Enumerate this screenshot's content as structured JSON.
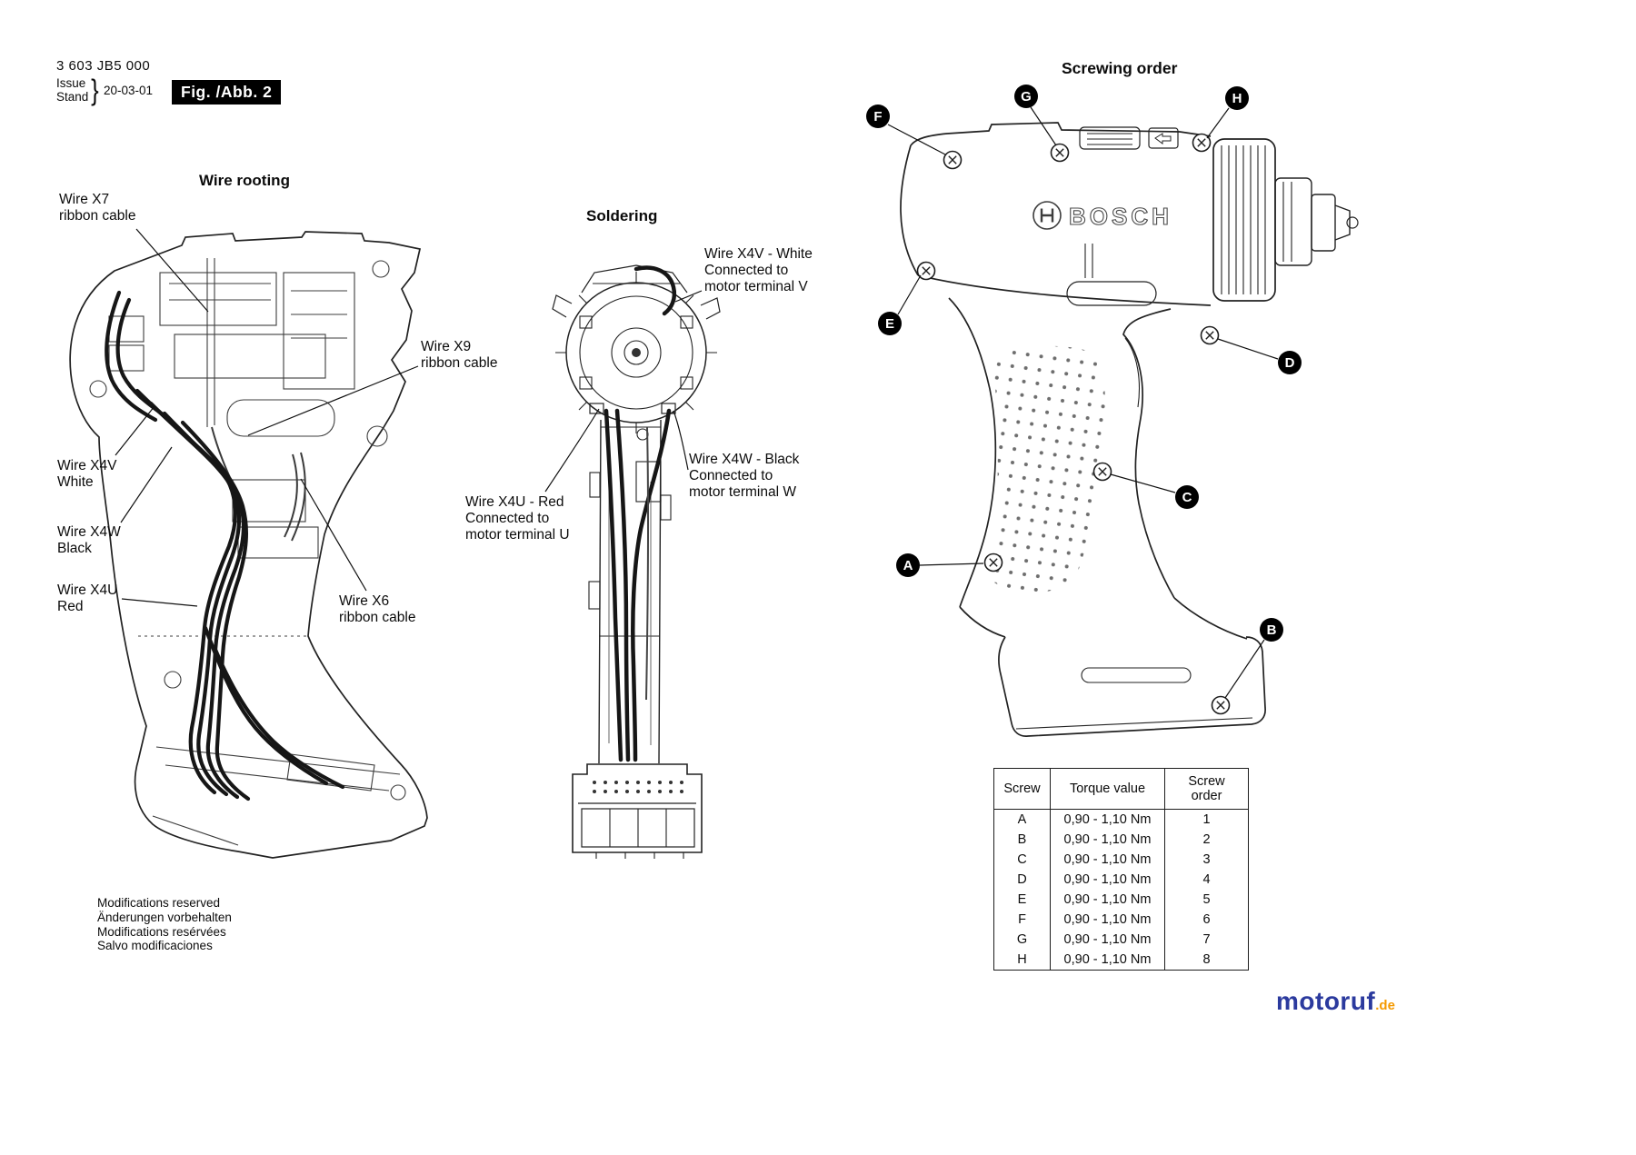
{
  "doc": {
    "part_number": "3 603 JB5 000",
    "issue_label": "Issue",
    "stand_label": "Stand",
    "brace": "}",
    "date": "20-03-01",
    "fig_label": "Fig. /Abb. 2"
  },
  "wire_rooting": {
    "title": "Wire rooting",
    "labels": {
      "x7": "Wire X7\nribbon cable",
      "x9": "Wire X9\nribbon cable",
      "x4v": "Wire X4V\nWhite",
      "x4w": "Wire X4W\nBlack",
      "x4u": "Wire X4U\nRed",
      "x6": "Wire X6\nribbon cable"
    }
  },
  "soldering": {
    "title": "Soldering",
    "labels": {
      "x4v": "Wire X4V - White\nConnected to\nmotor terminal V",
      "x4w": "Wire X4W - Black\nConnected to\nmotor terminal W",
      "x4u": "Wire X4U - Red\nConnected to\nmotor terminal U"
    }
  },
  "screwing": {
    "title": "Screwing order",
    "brand": "BOSCH",
    "callouts": [
      "A",
      "B",
      "C",
      "D",
      "E",
      "F",
      "G",
      "H"
    ]
  },
  "footer": {
    "notes": [
      "Modifications reserved",
      "Änderungen vorbehalten",
      "Modifications resérvées",
      "Salvo modificaciones"
    ]
  },
  "table": {
    "headers": [
      "Screw",
      "Torque value",
      "Screw order"
    ],
    "rows": [
      [
        "A",
        "0,90 - 1,10 Nm",
        "1"
      ],
      [
        "B",
        "0,90 - 1,10 Nm",
        "2"
      ],
      [
        "C",
        "0,90 - 1,10 Nm",
        "3"
      ],
      [
        "D",
        "0,90 - 1,10 Nm",
        "4"
      ],
      [
        "E",
        "0,90 - 1,10 Nm",
        "5"
      ],
      [
        "F",
        "0,90 - 1,10 Nm",
        "6"
      ],
      [
        "G",
        "0,90 - 1,10 Nm",
        "7"
      ],
      [
        "H",
        "0,90 - 1,10 Nm",
        "8"
      ]
    ]
  },
  "watermark": {
    "name": "motoruf",
    "tld": ".de"
  },
  "colors": {
    "ink": "#1d1d1d",
    "badge_bg": "#000000",
    "watermark_blue": "#2b3a9e",
    "watermark_orange": "#f59a00"
  }
}
